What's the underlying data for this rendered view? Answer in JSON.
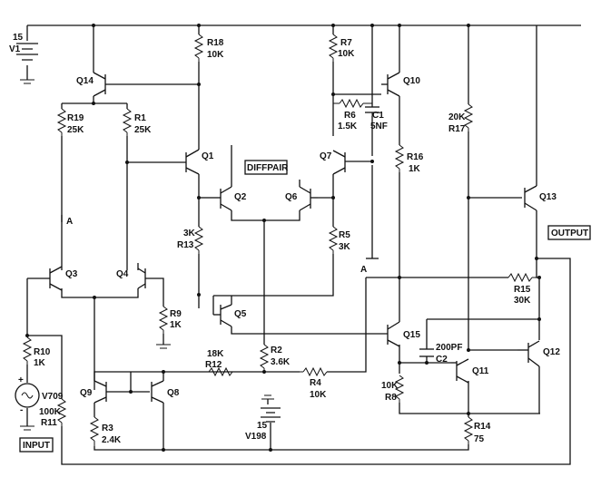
{
  "sources": {
    "v1": {
      "value": "15",
      "name": "V1"
    },
    "v198": {
      "value": "15",
      "name": "V198"
    },
    "v709": {
      "name": "V709",
      "plus": "+",
      "minus": "-"
    }
  },
  "transistors": [
    "Q14",
    "Q1",
    "Q2",
    "Q6",
    "Q7",
    "Q10",
    "Q13",
    "Q3",
    "Q4",
    "Q5",
    "Q15",
    "Q9",
    "Q8",
    "Q11",
    "Q12"
  ],
  "resistors": {
    "r18": {
      "name": "R18",
      "value": "10K"
    },
    "r7": {
      "name": "R7",
      "value": "10K"
    },
    "r19": {
      "name": "R19",
      "value": "25K"
    },
    "r1": {
      "name": "R1",
      "value": "25K"
    },
    "r6": {
      "name": "R6",
      "value": "1.5K"
    },
    "r16": {
      "name": "R16",
      "value": "1K"
    },
    "r17": {
      "value": "20K",
      "name": "R17"
    },
    "r13": {
      "value": "3K",
      "name": "R13"
    },
    "r5": {
      "name": "R5",
      "value": "3K"
    },
    "r15": {
      "name": "R15",
      "value": "30K"
    },
    "r9": {
      "name": "R9",
      "value": "1K"
    },
    "r10": {
      "name": "R10",
      "value": "1K"
    },
    "r12": {
      "value": "18K",
      "name": "R12"
    },
    "r2": {
      "name": "R2",
      "value": "3.6K"
    },
    "r4": {
      "name": "R4",
      "value": "10K"
    },
    "r11": {
      "value": "100K",
      "name": "R11"
    },
    "r3": {
      "name": "R3",
      "value": "2.4K"
    },
    "r8": {
      "value": "10K",
      "name": "R8"
    },
    "r14": {
      "name": "R14",
      "value": "75"
    }
  },
  "capacitors": {
    "c1": {
      "name": "C1",
      "value": "5NF"
    },
    "c2": {
      "value": "200PF",
      "name": "C2"
    }
  },
  "probes": {
    "a1": "A",
    "a2": "A"
  },
  "net_labels": {
    "diffpair": "DIFFPAIR",
    "output": "OUTPUT",
    "input": "INPUT"
  }
}
